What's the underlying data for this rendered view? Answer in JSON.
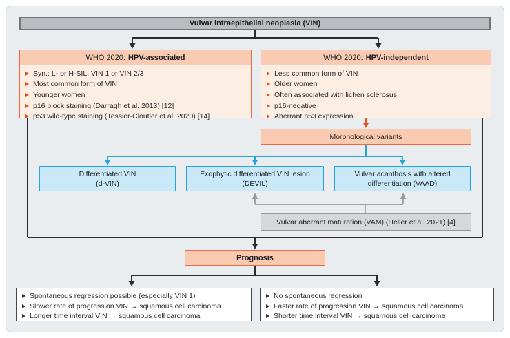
{
  "title": "Vulvar intraepithelial neoplasia (VIN)",
  "colors": {
    "background": "#e9edf0",
    "orange_accent": "#e8501d",
    "orange_border": "#ec6a45",
    "salmon_fill": "#f9c9b0",
    "salmon_light_fill": "#fdeee3",
    "blue_accent": "#29a3dc",
    "blue_fill": "#c9e8f8",
    "gray_fill": "#d5d7d9",
    "title_fill": "#b9bdc1",
    "line_color": "#2b2c2e"
  },
  "hpv_associated": {
    "header_prefix": "WHO 2020:",
    "header_bold": "HPV-associated",
    "items": [
      "Syn.: L- or H-SIL, VIN 1 or VIN 2/3",
      "Most common form of VIN",
      "Younger women",
      "p16 block staining (Darragh et al. 2013) [12]",
      "p53 wild-type staining (Tessier-Cloutier et al. 2020) [14]"
    ]
  },
  "hpv_independent": {
    "header_prefix": "WHO 2020:",
    "header_bold": "HPV-independent",
    "items": [
      "Less common form of VIN",
      "Older women",
      "Often associated with lichen sclerosus",
      "p16-negative",
      "Aberrant p53 expression"
    ]
  },
  "morphological_variants": {
    "label": "Morphological variants"
  },
  "variants": [
    {
      "line1": "Differentiated VIN",
      "line2": "(d-VIN)"
    },
    {
      "line1": "Exophytic differentiated VIN lesion",
      "line2": "(DEVIL)"
    },
    {
      "line1": "Vulvar acanthosis with altered",
      "line2": "differentiation (VAAD)"
    }
  ],
  "vam": {
    "label": "Vulvar aberrant maturation (VAM) (Heller et al. 2021) [4]"
  },
  "prognosis": {
    "label": "Prognosis"
  },
  "prognosis_left": {
    "items": [
      "Spontaneous regression possible (especially VIN 1)",
      "Slower rate of progression VIN → squamous cell carcinoma",
      "Longer time interval VIN → squamous cell carcinoma"
    ]
  },
  "prognosis_right": {
    "items": [
      "No spontaneous regression",
      "Faster rate of progression VIN → squamous cell carcinoma",
      "Shorter time interval VIN → squamous cell carcinoma"
    ]
  }
}
